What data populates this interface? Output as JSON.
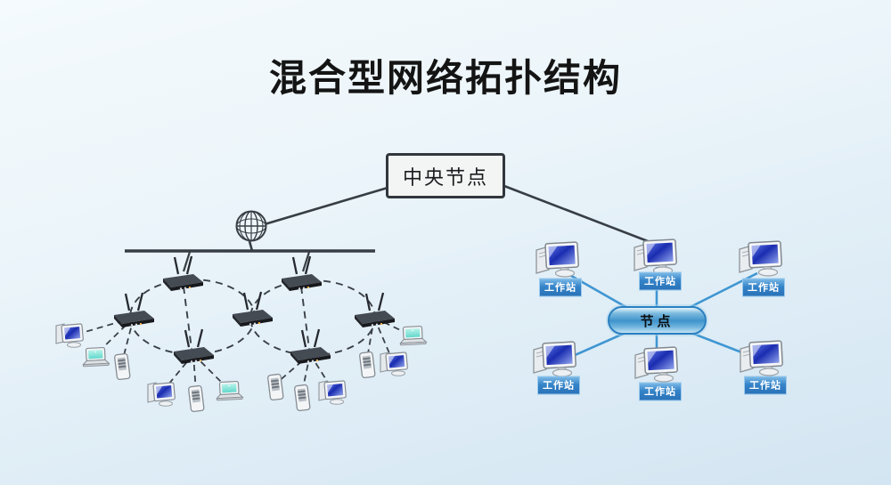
{
  "title": "混合型网络拓扑结构",
  "central_node": {
    "label": "中央节点"
  },
  "star_network": {
    "hub": {
      "label": "节点"
    },
    "workstations": [
      {
        "position": "top-left",
        "label": "工作站"
      },
      {
        "position": "top-center",
        "label": "工作站"
      },
      {
        "position": "top-right",
        "label": "工作站"
      },
      {
        "position": "bottom-left",
        "label": "工作站"
      },
      {
        "position": "bottom-center",
        "label": "工作站"
      },
      {
        "position": "bottom-right",
        "label": "工作站"
      }
    ]
  },
  "mesh_network": {
    "router_count": 7,
    "ring_count": 2,
    "internet_icon": "globe-icon",
    "device_icons": [
      "desktop-computer-icon",
      "laptop-icon",
      "smartphone-icon"
    ]
  },
  "colors": {
    "background_top": "#f4fafd",
    "background_bottom": "#d3e5f2",
    "dark_line": "#383e45",
    "blue_line": "#3f96d2",
    "hub_border": "#2a7fc0",
    "badge_blue": "#3584c9",
    "screen_blue": "#1a2cb0",
    "screen_teal": "#63d8cc"
  }
}
